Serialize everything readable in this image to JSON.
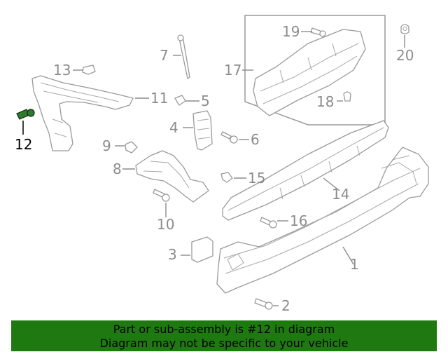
{
  "diagram": {
    "callouts": [
      "1",
      "2",
      "3",
      "4",
      "5",
      "6",
      "8",
      "9",
      "10",
      "11",
      "12",
      "13",
      "14",
      "15",
      "16",
      "17",
      "18",
      "19",
      "20",
      "7"
    ],
    "highlighted": "12"
  },
  "banner": {
    "line1": "Part or sub-assembly is #12 in diagram",
    "line2": "Diagram may not be specific to your vehicle"
  },
  "colors": {
    "banner_bg": "#1e7a10",
    "highlight_part": "#2f7a2f",
    "line_art": "#9a9a9a"
  }
}
